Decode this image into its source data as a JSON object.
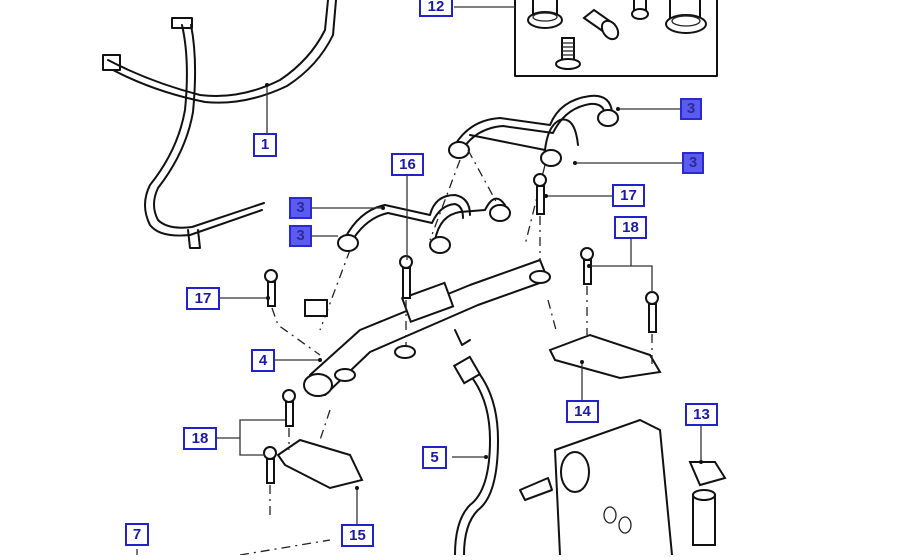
{
  "diagram": {
    "type": "exploded-parts-diagram",
    "subject": "Diesel fuel injection rail and high-pressure lines assembly",
    "accent_color": "#2222cc",
    "highlight_color": "#5b5bf0",
    "callouts": [
      {
        "id": "c12",
        "label": "12",
        "highlighted": false,
        "part": "fitting kit"
      },
      {
        "id": "c1",
        "label": "1",
        "highlighted": false,
        "part": "fuel return hose"
      },
      {
        "id": "c3a",
        "label": "3",
        "highlighted": true,
        "part": "injector pipe"
      },
      {
        "id": "c3b",
        "label": "3",
        "highlighted": true,
        "part": "injector pipe"
      },
      {
        "id": "c3c",
        "label": "3",
        "highlighted": true,
        "part": "injector pipe"
      },
      {
        "id": "c3d",
        "label": "3",
        "highlighted": true,
        "part": "injector pipe"
      },
      {
        "id": "c16",
        "label": "16",
        "highlighted": false,
        "part": "bolt"
      },
      {
        "id": "c17a",
        "label": "17",
        "highlighted": false,
        "part": "bolt"
      },
      {
        "id": "c17b",
        "label": "17",
        "highlighted": false,
        "part": "bolt"
      },
      {
        "id": "c18a",
        "label": "18",
        "highlighted": false,
        "part": "bolt"
      },
      {
        "id": "c18b",
        "label": "18",
        "highlighted": false,
        "part": "bolt"
      },
      {
        "id": "c4",
        "label": "4",
        "highlighted": false,
        "part": "fuel rail"
      },
      {
        "id": "c5",
        "label": "5",
        "highlighted": false,
        "part": "high-pressure pipe"
      },
      {
        "id": "c14",
        "label": "14",
        "highlighted": false,
        "part": "bracket"
      },
      {
        "id": "c13",
        "label": "13",
        "highlighted": false,
        "part": "sensor"
      },
      {
        "id": "c15",
        "label": "15",
        "highlighted": false,
        "part": "bracket"
      },
      {
        "id": "c7",
        "label": "7",
        "highlighted": false,
        "part": "pipe"
      }
    ]
  }
}
